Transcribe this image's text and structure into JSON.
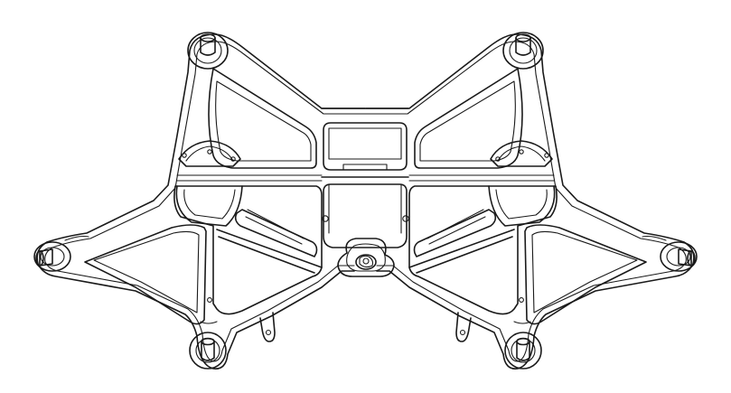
{
  "drawing": {
    "subject": "frame-line-drawing",
    "colors": {
      "stroke": "#1a1a1a",
      "background": "#ffffff"
    },
    "icons": [
      "motor-mount",
      "arm-strut",
      "center-battery-bay",
      "gimbal-hub",
      "landing-lug"
    ]
  }
}
